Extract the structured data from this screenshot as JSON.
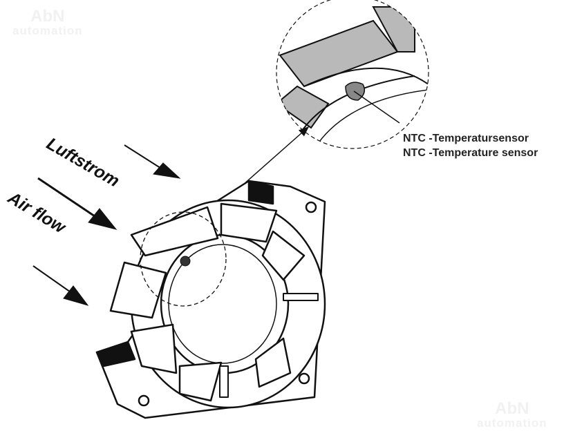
{
  "watermark": {
    "brand": "AbN",
    "sub": "automation"
  },
  "labels": {
    "airflow_de": "Luftstrom",
    "airflow_en": "Air flow",
    "sensor_de": "NTC -Temperatursensor",
    "sensor_en": "NTC -Temperature sensor"
  },
  "colors": {
    "line": "#111111",
    "blade_fill": "#b9b9b9"
  }
}
